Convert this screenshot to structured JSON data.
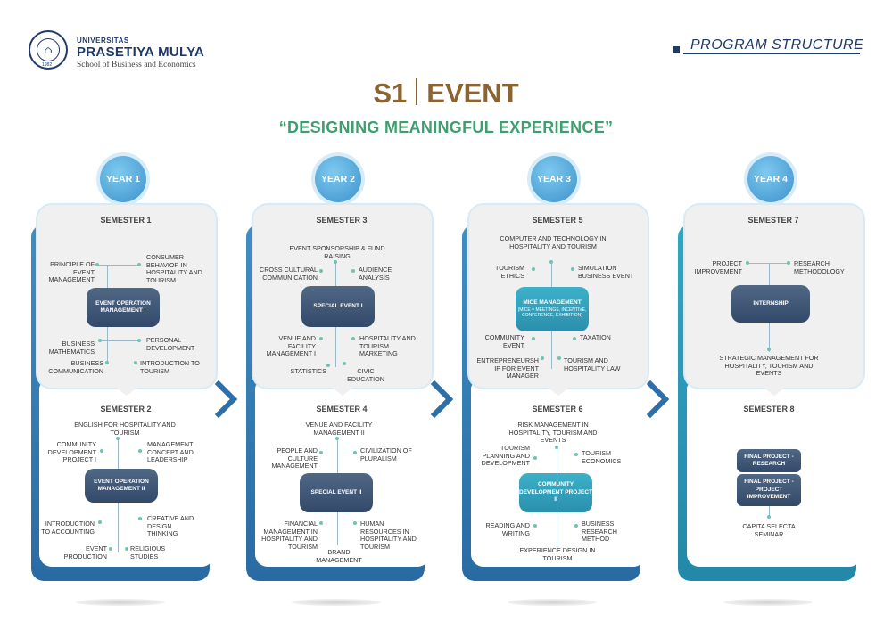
{
  "header": {
    "university_small": "UNIVERSITAS",
    "university_name": "PRASETIYA MULYA",
    "school": "School of Business and Economics",
    "logo_year": "1982",
    "program_structure": "PROGRAM STRUCTURE"
  },
  "title": {
    "left": "S1",
    "right": "EVENT"
  },
  "subtitle": "“DESIGNING MEANINGFUL EXPERIENCE”",
  "colors": {
    "navy": "#1f3a6b",
    "gold": "#8a6432",
    "green": "#3f9e6f",
    "blue": "#3d8fc4",
    "teal": "#31a6c6"
  },
  "years": [
    {
      "label": "YEAR 1",
      "top": {
        "semester": "SEMESTER 1",
        "center": "EVENT OPERATION MANAGEMENT I",
        "items": [
          "PRINCIPLE OF EVENT MANAGEMENT",
          "CONSUMER BEHAVIOR IN HOSPITALITY AND TOURISM",
          "BUSINESS MATHEMATICS",
          "PERSONAL DEVELOPMENT",
          "BUSINESS COMMUNICATION",
          "INTRODUCTION TO TOURISM"
        ]
      },
      "bottom": {
        "semester": "SEMESTER 2",
        "center": "EVENT OPERATION MANAGEMENT II",
        "items": [
          "ENGLISH FOR HOSPITALITY AND TOURISM",
          "COMMUNITY DEVELOPMENT PROJECT I",
          "MANAGEMENT CONCEPT AND LEADERSHIP",
          "INTRODUCTION TO ACCOUNTING",
          "CREATIVE AND DESIGN THINKING",
          "EVENT PRODUCTION",
          "RELIGIOUS STUDIES"
        ]
      }
    },
    {
      "label": "YEAR 2",
      "top": {
        "semester": "SEMESTER 3",
        "center": "SPECIAL EVENT I",
        "items": [
          "EVENT SPONSORSHIP & FUND RAISING",
          "CROSS CULTURAL COMMUNICATION",
          "AUDIENCE ANALYSIS",
          "VENUE AND FACILITY MANAGEMENT I",
          "HOSPITALITY AND TOURISM MARKETING",
          "STATISTICS",
          "CIVIC EDUCATION"
        ]
      },
      "bottom": {
        "semester": "SEMESTER 4",
        "center": "SPECIAL EVENT II",
        "items": [
          "VENUE AND FACILITY MANAGEMENT II",
          "PEOPLE AND CULTURE MANAGEMENT",
          "CIVILIZATION OF PLURALISM",
          "FINANCIAL MANAGEMENT IN HOSPITALITY AND TOURISM",
          "HUMAN RESOURCES IN HOSPITALITY AND TOURISM",
          "BRAND MANAGEMENT"
        ]
      }
    },
    {
      "label": "YEAR 3",
      "top": {
        "semester": "SEMESTER 5",
        "center": "MICE MANAGEMENT",
        "center_sub": "(MICE = MEETINGS, INCENTIVE, CONFERENCE, EXHIBITION)",
        "items": [
          "COMPUTER AND TECHNOLOGY IN HOSPITALITY AND TOURISM",
          "TOURISM ETHICS",
          "SIMULATION BUSINESS EVENT",
          "COMMUNITY EVENT",
          "TAXATION",
          "ENTREPRENEURSH IP FOR EVENT MANAGER",
          "TOURISM AND HOSPITALITY LAW"
        ]
      },
      "bottom": {
        "semester": "SEMESTER 6",
        "center": "COMMUNITY DEVELOPMENT PROJECT II",
        "items": [
          "RISK MANAGEMENT IN HOSPITALITY, TOURISM AND EVENTS",
          "TOURISM PLANNING AND DEVELOPMENT",
          "TOURISM ECONOMICS",
          "READING AND WRITING",
          "BUSINESS RESEARCH METHOD",
          "EXPERIENCE DESIGN IN TOURISM"
        ]
      }
    },
    {
      "label": "YEAR 4",
      "top": {
        "semester": "SEMESTER 7",
        "center": "INTERNSHIP",
        "items": [
          "PROJECT IMPROVEMENT",
          "RESEARCH METHODOLOGY",
          "STRATEGIC MANAGEMENT FOR HOSPITALITY, TOURISM AND EVENTS"
        ]
      },
      "bottom": {
        "semester": "SEMESTER 8",
        "center": "FINAL PROJECT - RESEARCH",
        "center2": "FINAL PROJECT - PROJECT IMPROVEMENT",
        "items": [
          "CAPITA SELECTA SEMINAR"
        ]
      }
    }
  ]
}
